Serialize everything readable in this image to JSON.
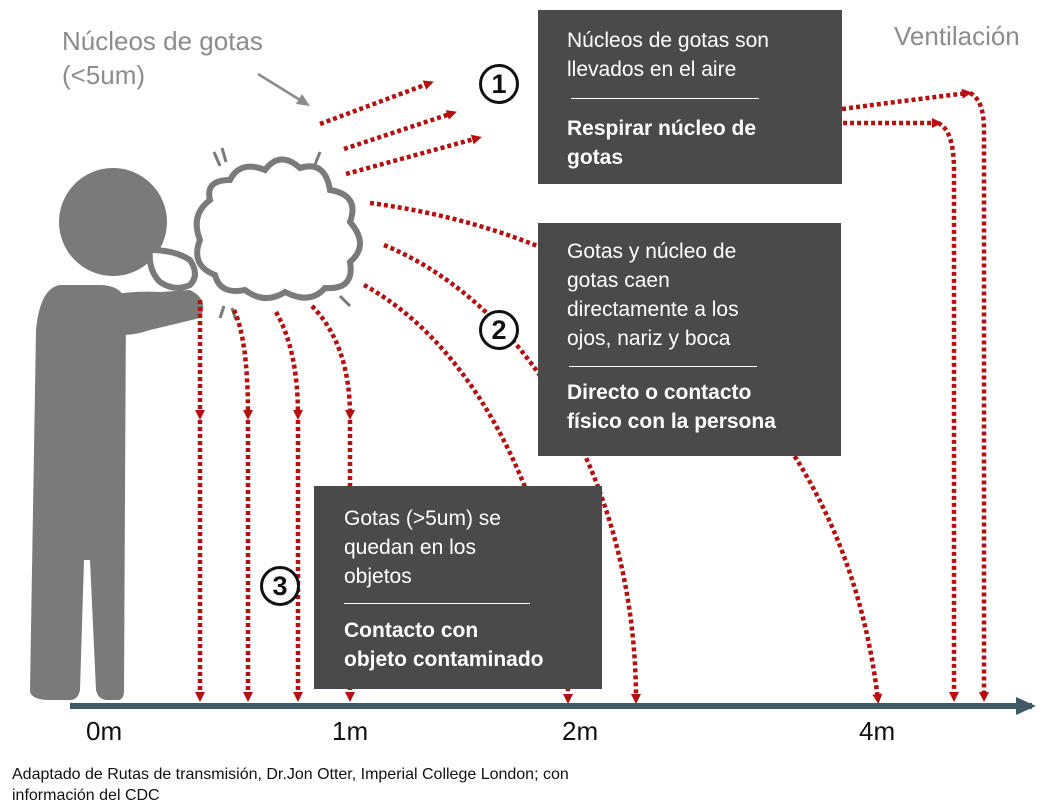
{
  "labels": {
    "nucleos": "Núcleos de gotas\n(<5um)",
    "ventilacion": "Ventilación"
  },
  "boxes": [
    {
      "number": "1",
      "text": "Núcleos de gotas son\nllevados en el aire",
      "bold": "Respirar núcleo de\ngotas"
    },
    {
      "number": "2",
      "text": "Gotas y núcleo de\ngotas caen\ndirectamente a los\nojos, nariz y boca",
      "bold": "Directo o contacto\nfísico con la persona"
    },
    {
      "number": "3",
      "text": "Gotas (>5um) se\nquedan en los\nobjetos",
      "bold": "Contacto con\nobjeto contaminado"
    }
  ],
  "axis": {
    "ticks": [
      "0m",
      "1m",
      "2m",
      "4m"
    ]
  },
  "footer": "Adaptado de Rutas de transmisión, Dr.Jon Otter, Imperial College London; con\ninformación del CDC",
  "colors": {
    "arrow": "#b50f0f",
    "box": "#4b4a4a",
    "figure": "#7a7a7a",
    "axis": "#3d5a66"
  },
  "icons": [
    "person-figure",
    "cough-cloud-icon"
  ]
}
